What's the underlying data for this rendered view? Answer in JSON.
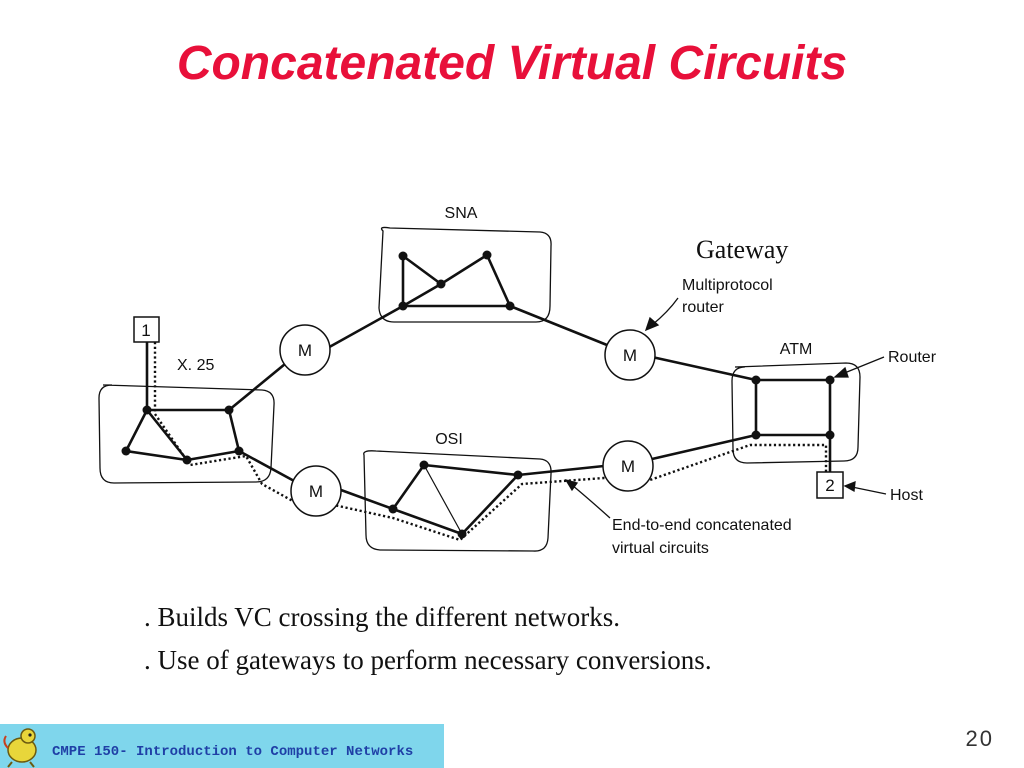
{
  "slide": {
    "title": "Concatenated Virtual Circuits",
    "bullets": [
      ". Builds VC crossing the different networks.",
      ". Use of gateways to perform necessary conversions."
    ],
    "footer": "CMPE 150- Introduction to Computer Networks",
    "page_number": "20",
    "colors": {
      "title": "#e8103a",
      "footer_bar": "#7fd6ec",
      "footer_text": "#1f3fa6"
    }
  },
  "diagram": {
    "networks": {
      "sna": "SNA",
      "x25": "X. 25",
      "osi": "OSI",
      "atm": "ATM"
    },
    "gateway_label": "M",
    "hosts": {
      "h1": "1",
      "h2": "2"
    },
    "annotations": {
      "gateway": "Gateway",
      "multiprotocol_line1": "Multiprotocol",
      "multiprotocol_line2": "router",
      "router": "Router",
      "host": "Host",
      "e2e_line1": "End-to-end concatenated",
      "e2e_line2": "virtual circuits"
    }
  }
}
